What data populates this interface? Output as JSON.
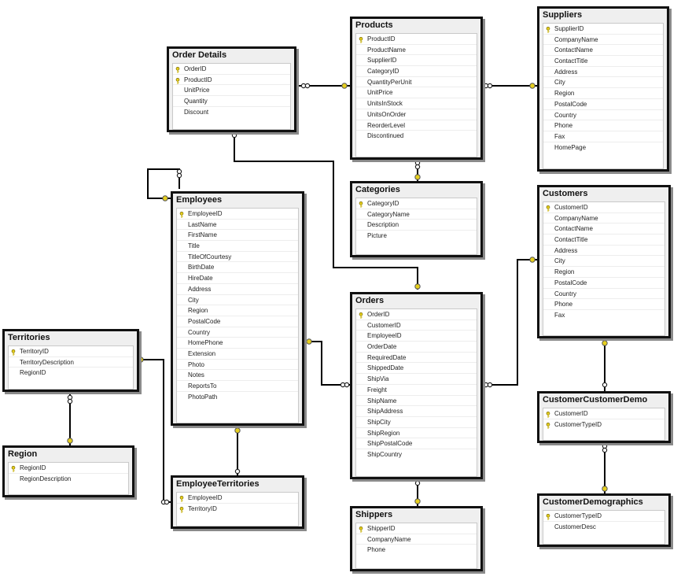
{
  "diagram": {
    "tables": [
      {
        "id": "order-details",
        "name": "Order Details",
        "columns": [
          {
            "name": "OrderID",
            "pk": true
          },
          {
            "name": "ProductID",
            "pk": true
          },
          {
            "name": "UnitPrice",
            "pk": false
          },
          {
            "name": "Quantity",
            "pk": false
          },
          {
            "name": "Discount",
            "pk": false
          }
        ]
      },
      {
        "id": "products",
        "name": "Products",
        "columns": [
          {
            "name": "ProductID",
            "pk": true
          },
          {
            "name": "ProductName",
            "pk": false
          },
          {
            "name": "SupplierID",
            "pk": false
          },
          {
            "name": "CategoryID",
            "pk": false
          },
          {
            "name": "QuantityPerUnit",
            "pk": false
          },
          {
            "name": "UnitPrice",
            "pk": false
          },
          {
            "name": "UnitsInStock",
            "pk": false
          },
          {
            "name": "UnitsOnOrder",
            "pk": false
          },
          {
            "name": "ReorderLevel",
            "pk": false
          },
          {
            "name": "Discontinued",
            "pk": false
          }
        ]
      },
      {
        "id": "suppliers",
        "name": "Suppliers",
        "columns": [
          {
            "name": "SupplierID",
            "pk": true
          },
          {
            "name": "CompanyName",
            "pk": false
          },
          {
            "name": "ContactName",
            "pk": false
          },
          {
            "name": "ContactTitle",
            "pk": false
          },
          {
            "name": "Address",
            "pk": false
          },
          {
            "name": "City",
            "pk": false
          },
          {
            "name": "Region",
            "pk": false
          },
          {
            "name": "PostalCode",
            "pk": false
          },
          {
            "name": "Country",
            "pk": false
          },
          {
            "name": "Phone",
            "pk": false
          },
          {
            "name": "Fax",
            "pk": false
          },
          {
            "name": "HomePage",
            "pk": false
          }
        ]
      },
      {
        "id": "categories",
        "name": "Categories",
        "columns": [
          {
            "name": "CategoryID",
            "pk": true
          },
          {
            "name": "CategoryName",
            "pk": false
          },
          {
            "name": "Description",
            "pk": false
          },
          {
            "name": "Picture",
            "pk": false
          }
        ]
      },
      {
        "id": "employees",
        "name": "Employees",
        "columns": [
          {
            "name": "EmployeeID",
            "pk": true
          },
          {
            "name": "LastName",
            "pk": false
          },
          {
            "name": "FirstName",
            "pk": false
          },
          {
            "name": "Title",
            "pk": false
          },
          {
            "name": "TitleOfCourtesy",
            "pk": false
          },
          {
            "name": "BirthDate",
            "pk": false
          },
          {
            "name": "HireDate",
            "pk": false
          },
          {
            "name": "Address",
            "pk": false
          },
          {
            "name": "City",
            "pk": false
          },
          {
            "name": "Region",
            "pk": false
          },
          {
            "name": "PostalCode",
            "pk": false
          },
          {
            "name": "Country",
            "pk": false
          },
          {
            "name": "HomePhone",
            "pk": false
          },
          {
            "name": "Extension",
            "pk": false
          },
          {
            "name": "Photo",
            "pk": false
          },
          {
            "name": "Notes",
            "pk": false
          },
          {
            "name": "ReportsTo",
            "pk": false
          },
          {
            "name": "PhotoPath",
            "pk": false
          }
        ]
      },
      {
        "id": "customers",
        "name": "Customers",
        "columns": [
          {
            "name": "CustomerID",
            "pk": true
          },
          {
            "name": "CompanyName",
            "pk": false
          },
          {
            "name": "ContactName",
            "pk": false
          },
          {
            "name": "ContactTitle",
            "pk": false
          },
          {
            "name": "Address",
            "pk": false
          },
          {
            "name": "City",
            "pk": false
          },
          {
            "name": "Region",
            "pk": false
          },
          {
            "name": "PostalCode",
            "pk": false
          },
          {
            "name": "Country",
            "pk": false
          },
          {
            "name": "Phone",
            "pk": false
          },
          {
            "name": "Fax",
            "pk": false
          }
        ]
      },
      {
        "id": "orders",
        "name": "Orders",
        "columns": [
          {
            "name": "OrderID",
            "pk": true
          },
          {
            "name": "CustomerID",
            "pk": false
          },
          {
            "name": "EmployeeID",
            "pk": false
          },
          {
            "name": "OrderDate",
            "pk": false
          },
          {
            "name": "RequiredDate",
            "pk": false
          },
          {
            "name": "ShippedDate",
            "pk": false
          },
          {
            "name": "ShipVia",
            "pk": false
          },
          {
            "name": "Freight",
            "pk": false
          },
          {
            "name": "ShipName",
            "pk": false
          },
          {
            "name": "ShipAddress",
            "pk": false
          },
          {
            "name": "ShipCity",
            "pk": false
          },
          {
            "name": "ShipRegion",
            "pk": false
          },
          {
            "name": "ShipPostalCode",
            "pk": false
          },
          {
            "name": "ShipCountry",
            "pk": false
          }
        ]
      },
      {
        "id": "territories",
        "name": "Territories",
        "columns": [
          {
            "name": "TerritoryID",
            "pk": true
          },
          {
            "name": "TerritoryDescription",
            "pk": false
          },
          {
            "name": "RegionID",
            "pk": false
          }
        ]
      },
      {
        "id": "region",
        "name": "Region",
        "columns": [
          {
            "name": "RegionID",
            "pk": true
          },
          {
            "name": "RegionDescription",
            "pk": false
          }
        ]
      },
      {
        "id": "employee-territories",
        "name": "EmployeeTerritories",
        "columns": [
          {
            "name": "EmployeeID",
            "pk": true
          },
          {
            "name": "TerritoryID",
            "pk": true
          }
        ]
      },
      {
        "id": "customer-customer-demo",
        "name": "CustomerCustomerDemo",
        "columns": [
          {
            "name": "CustomerID",
            "pk": true
          },
          {
            "name": "CustomerTypeID",
            "pk": true
          }
        ]
      },
      {
        "id": "customer-demographics",
        "name": "CustomerDemographics",
        "columns": [
          {
            "name": "CustomerTypeID",
            "pk": true
          },
          {
            "name": "CustomerDesc",
            "pk": false
          }
        ]
      },
      {
        "id": "shippers",
        "name": "Shippers",
        "columns": [
          {
            "name": "ShipperID",
            "pk": true
          },
          {
            "name": "CompanyName",
            "pk": false
          },
          {
            "name": "Phone",
            "pk": false
          }
        ]
      }
    ],
    "relationships": [
      {
        "from": "order-details",
        "to": "products"
      },
      {
        "from": "products",
        "to": "suppliers"
      },
      {
        "from": "products",
        "to": "categories"
      },
      {
        "from": "order-details",
        "to": "orders"
      },
      {
        "from": "employees",
        "to": "employees"
      },
      {
        "from": "orders",
        "to": "employees"
      },
      {
        "from": "orders",
        "to": "customers"
      },
      {
        "from": "orders",
        "to": "shippers"
      },
      {
        "from": "employee-territories",
        "to": "employees"
      },
      {
        "from": "employee-territories",
        "to": "territories"
      },
      {
        "from": "territories",
        "to": "region"
      },
      {
        "from": "customer-customer-demo",
        "to": "customers"
      },
      {
        "from": "customer-customer-demo",
        "to": "customer-demographics"
      }
    ]
  },
  "colors": {
    "key_icon": "#e6cf1e",
    "table_bg": "#efefef",
    "border": "#111111"
  }
}
